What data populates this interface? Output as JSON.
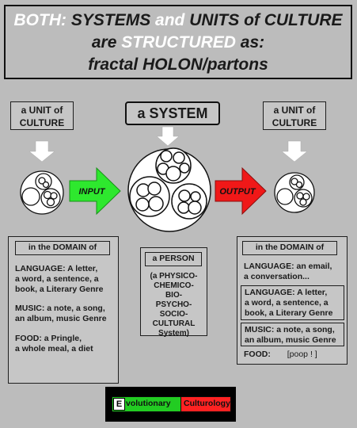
{
  "title": {
    "line1_a": "BOTH:",
    "line1_b": "SYSTEMS",
    "line1_c": "and",
    "line1_d": "UNITS of CULTURE",
    "line2_a": "are",
    "line2_b": "STRUCTURED",
    "line2_c": "as:",
    "line3": "fractal HOLON/partons"
  },
  "left_unit": {
    "line1": "a UNIT of",
    "line2": "CULTURE"
  },
  "right_unit": {
    "line1": "a UNIT of",
    "line2": "CULTURE"
  },
  "system_label": "a SYSTEM",
  "input_label": "INPUT",
  "output_label": "OUTPUT",
  "left_domain": {
    "header": "in the DOMAIN of",
    "language": [
      "LANGUAGE: A letter,",
      "a word, a sentence, a",
      "book, a Literary Genre"
    ],
    "music": [
      "MUSIC: a note, a song,",
      "an album, music Genre"
    ],
    "food": [
      "FOOD: a Pringle,",
      "a whole meal, a diet"
    ]
  },
  "person": {
    "header": "a PERSON",
    "lines": [
      "(a PHYSICO-",
      "CHEMICO-",
      "BIO-",
      "PSYCHO-",
      "SOCIO-",
      "CULTURAL",
      "System)"
    ]
  },
  "right_domain": {
    "header": "in the DOMAIN of",
    "language1": [
      "LANGUAGE: an email,",
      "a conversation..."
    ],
    "language2": [
      "LANGUAGE: A letter,",
      "a word, a sentence, a",
      "book, a Literary Genre"
    ],
    "music": [
      "MUSIC: a note, a song,",
      "an album, music Genre"
    ],
    "food_label": "FOOD:",
    "food_value": "[poop ! ]"
  },
  "brand": {
    "initial": "E",
    "word1": "volutionary",
    "word2": "Culturology"
  },
  "colors": {
    "input_arrow": "#2ee82e",
    "output_arrow": "#f01818",
    "title_highlight": "#ffffff",
    "brand_green": "#22cc22",
    "brand_red": "#ff2222"
  }
}
